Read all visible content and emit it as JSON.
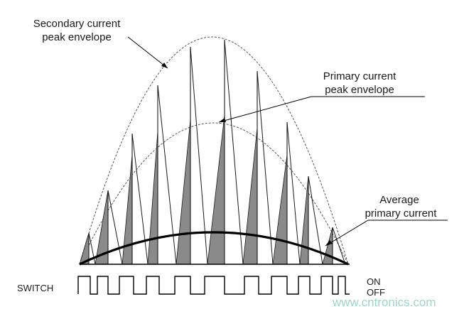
{
  "labels": {
    "secondary_line1": "Secondary current",
    "secondary_line2": "peak envelope",
    "primary_line1": "Primary current",
    "primary_line2": "peak envelope",
    "average_line1": "Average",
    "average_line2": "primary current",
    "switch": "SWITCH",
    "on": "ON",
    "off": "OFF"
  },
  "watermark": "www.cntronics.com",
  "colors": {
    "ink": "#1a1a1a",
    "shade": "#8a8a8a",
    "watermark": "#9ed7c2"
  }
}
